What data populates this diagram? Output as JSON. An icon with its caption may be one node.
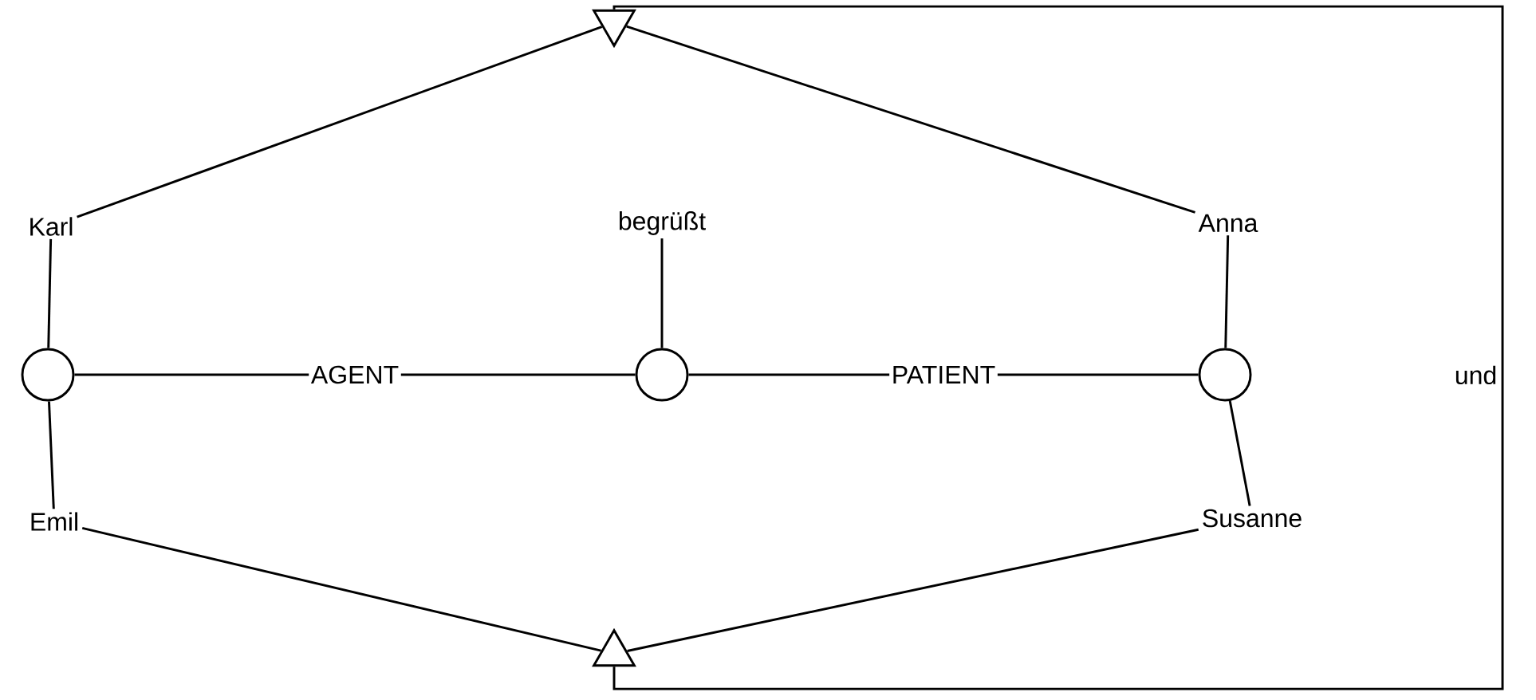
{
  "diagram": {
    "nodes": [
      {
        "text": [],
        "shape": "triangle"
      },
      {
        "text": [
          "Karl"
        ]
      },
      {
        "text": [
          "begrüßt"
        ]
      },
      {
        "text": [
          "Anna"
        ]
      },
      {
        "text": [],
        "shape": "circle"
      },
      {
        "text": [],
        "shape": "circle"
      },
      {
        "text": [],
        "shape": "circle"
      },
      {
        "text": [
          "Emil"
        ]
      },
      {
        "text": [
          "Susanne"
        ]
      },
      {
        "text": [],
        "shape": "triangle"
      }
    ],
    "edges": [
      {
        "from": 1,
        "to": 0,
        "arrow": "none"
      },
      {
        "from": 3,
        "to": 0,
        "arrow": "none"
      },
      {
        "from": 1,
        "to": 4,
        "arrow": "none"
      },
      {
        "from": 7,
        "to": 4,
        "arrow": "none"
      },
      {
        "from": 2,
        "to": 5,
        "arrow": "none"
      },
      {
        "from": 3,
        "to": 6,
        "arrow": "none"
      },
      {
        "from": 8,
        "to": 6,
        "arrow": "none"
      },
      {
        "from": 4,
        "to": 5,
        "arrow": "none",
        "label": "AGENT"
      },
      {
        "from": 5,
        "to": 6,
        "arrow": "none",
        "label": "PATIENT"
      },
      {
        "from": 7,
        "to": 9,
        "arrow": "none"
      },
      {
        "from": 8,
        "to": 9,
        "arrow": "none"
      },
      {
        "from": 9,
        "to": 0,
        "arrow": "none",
        "label": "und"
      }
    ]
  }
}
